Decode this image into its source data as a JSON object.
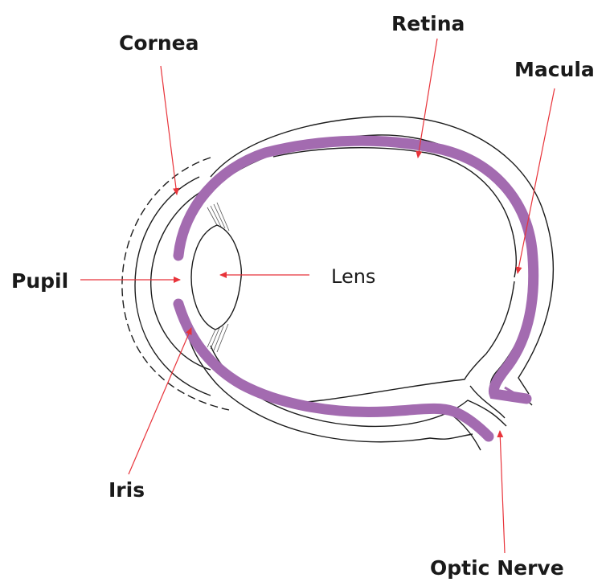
{
  "labels": {
    "cornea": "Cornea",
    "retina": "Retina",
    "macula": "Macula",
    "pupil": "Pupil",
    "lens": "Lens",
    "iris": "Iris",
    "optic_nerve": "Optic Nerve"
  },
  "colors": {
    "pigment": "#a36bb0",
    "pointer": "#e8333a",
    "outline": "#1c1c1c"
  }
}
